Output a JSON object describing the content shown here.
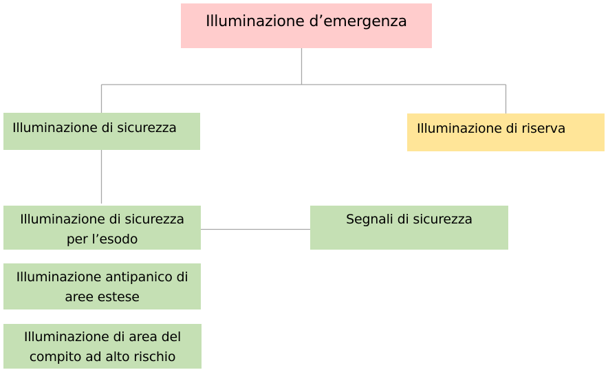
{
  "diagram": {
    "root": {
      "label": "Illuminazione d’emergenza",
      "color": "#ffcccc"
    },
    "level1": {
      "sicurezza": {
        "label": "Illuminazione di sicurezza",
        "color": "#c5e0b4"
      },
      "riserva": {
        "label": "Illuminazione di riserva",
        "color": "#ffe598"
      }
    },
    "level2": {
      "esodo": {
        "line1": "Illuminazione di sicurezza",
        "line2": "per l’esodo",
        "color": "#c5e0b4"
      },
      "segnali": {
        "label": "Segnali di sicurezza",
        "color": "#c5e0b4"
      },
      "antipanico": {
        "line1": "Illuminazione antipanico di",
        "line2": "aree estese",
        "color": "#c5e0b4"
      },
      "compito": {
        "line1": "Illuminazione di area del",
        "line2": "compito ad alto rischio",
        "color": "#c5e0b4"
      }
    },
    "connector_color": "#a6a6a6"
  }
}
